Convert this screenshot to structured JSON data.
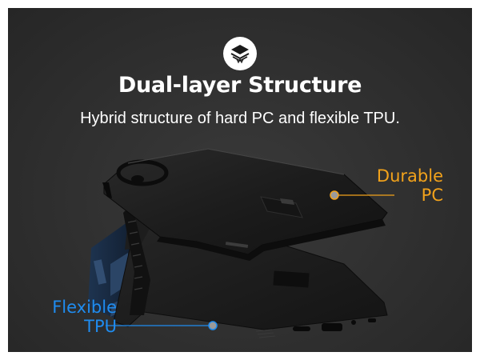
{
  "header": {
    "icon": "layers-icon",
    "title": "Dual-layer Structure",
    "subtitle": "Hybrid structure of hard PC and flexible TPU."
  },
  "callouts": {
    "pc": {
      "line1": "Durable",
      "line2": "PC",
      "color": "#f2a21b"
    },
    "tpu": {
      "line1": "Flexible",
      "line2": "TPU",
      "color": "#1f8cf0"
    }
  },
  "colors": {
    "background": "#2f2f2f",
    "case": "#161616",
    "phone": "#1b2a40"
  }
}
